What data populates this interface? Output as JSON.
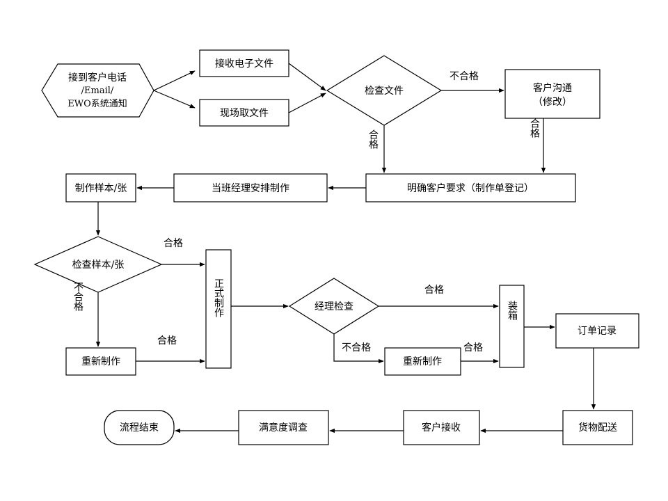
{
  "diagram": {
    "nodes": {
      "start": {
        "lines": [
          "接到客户电话",
          "/Email/",
          "EWO系统通知"
        ]
      },
      "receive_file": {
        "label": "接收电子文件"
      },
      "onsite_file": {
        "label": "现场取文件"
      },
      "check_file": {
        "label": "检查文件"
      },
      "customer_comm": {
        "lines": [
          "客户沟通",
          "（修改）"
        ]
      },
      "clarify_req": {
        "label": "明确客户要求（制作单登记）"
      },
      "shift_arrange": {
        "label": "当班经理安排制作"
      },
      "make_sample": {
        "label": "制作样本/张"
      },
      "check_sample": {
        "label": "检查样本/张"
      },
      "remake_1": {
        "label": "重新制作"
      },
      "formal_make": {
        "label": "正式制作"
      },
      "manager_check": {
        "label": "经理检查"
      },
      "remake_2": {
        "label": "重新制作"
      },
      "packing": {
        "label": "装箱"
      },
      "order_record": {
        "label": "订单记录"
      },
      "delivery": {
        "label": "货物配送"
      },
      "customer_receive": {
        "label": "客户接收"
      },
      "satisfaction": {
        "label": "满意度调查"
      },
      "end": {
        "label": "流程结束"
      }
    },
    "edge_labels": {
      "fail_to_comm": "不合格",
      "pass_check_file": "合格",
      "pass_comm": "合格",
      "pass_sample": "合格",
      "fail_sample": "不合格",
      "pass_remake_1": "合格",
      "pass_manager": "合格",
      "fail_manager": "不合格",
      "pass_remake_2": "合格"
    }
  }
}
